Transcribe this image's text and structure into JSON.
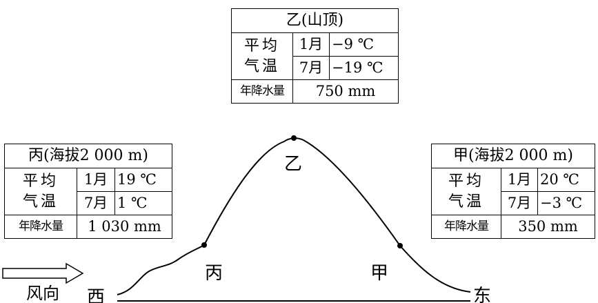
{
  "peak": {
    "title": "乙(山顶)",
    "temp_label": [
      "平均",
      "气温"
    ],
    "jan_label": "1月",
    "jan_temp": "−9 ℃",
    "jul_label": "7月",
    "jul_temp": "−19 ℃",
    "rain_label": "年降水量",
    "rain_value": "750 mm"
  },
  "bing": {
    "title": "丙(海拔2 000 m)",
    "temp_label": [
      "平均",
      "气温"
    ],
    "jan_label": "1月",
    "jan_temp": "19 ℃",
    "jul_label": "7月",
    "jul_temp": "1 ℃",
    "rain_label": "年降水量",
    "rain_value": "1 030 mm"
  },
  "jia": {
    "title": "甲(海拔2 000 m)",
    "temp_label": [
      "平均",
      "气温"
    ],
    "jan_label": "1月",
    "jan_temp": "20 ℃",
    "jul_label": "7月",
    "jul_temp": "−3 ℃",
    "rain_label": "年降水量",
    "rain_value": "350 mm"
  },
  "points": {
    "peak": "乙",
    "west_slope": "丙",
    "east_slope": "甲"
  },
  "compass": {
    "west": "西",
    "east": "东"
  },
  "wind": {
    "label": "风向",
    "icon": "right-arrow-icon"
  }
}
